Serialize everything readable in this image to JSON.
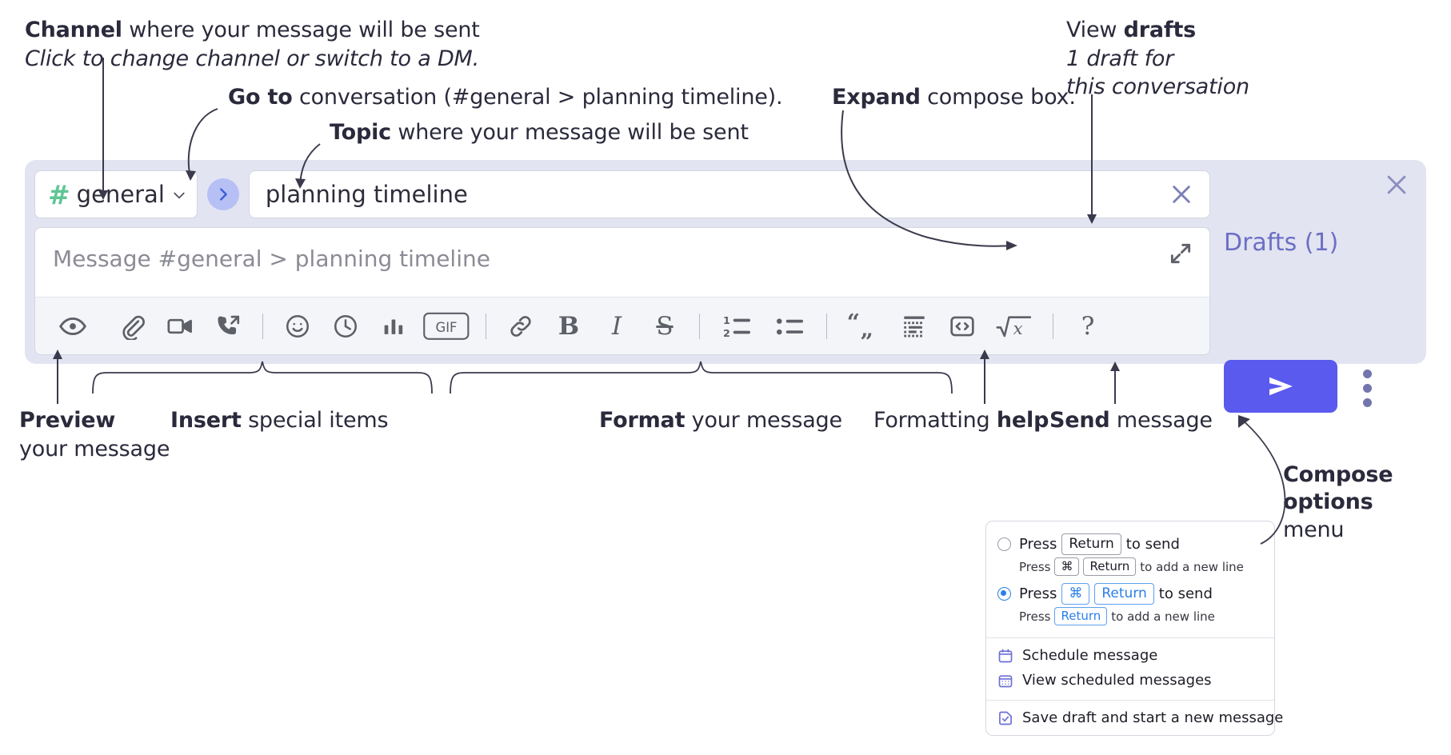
{
  "annotations": {
    "channel": {
      "bold": "Channel",
      "rest": " where your message will be sent",
      "italic": "Click to change channel or switch to a DM."
    },
    "goto": {
      "bold": "Go to",
      "rest": " conversation (#general > planning timeline)."
    },
    "topic": {
      "bold": "Topic",
      "rest": " where your message will be sent"
    },
    "expand": {
      "bold": "Expand",
      "rest": " compose box."
    },
    "drafts": {
      "pre": "View ",
      "bold": "drafts",
      "italic1": "1 draft for",
      "italic2": "this conversation"
    },
    "preview": {
      "bold": "Preview",
      "line2": "your message"
    },
    "insert": {
      "bold": "Insert",
      "rest": " special items"
    },
    "format": {
      "bold": "Format",
      "rest": " your message"
    },
    "help": {
      "pre": "Formatting ",
      "bold": "help"
    },
    "send": {
      "bold": "Send",
      "rest": " message"
    },
    "compose_options": {
      "bold1": "Compose",
      "bold2": "options",
      "rest": "menu"
    }
  },
  "compose": {
    "channel": {
      "hash": "#",
      "name": "general",
      "chevron_icon": "chevron-down-icon"
    },
    "goto_icon": "chevron-right-icon",
    "topic": {
      "value": "planning timeline",
      "clear_icon": "close-icon"
    },
    "message": {
      "placeholder": "Message #general > planning timeline",
      "expand_icon": "expand-icon"
    },
    "panel_close_icon": "close-icon",
    "drafts_label": "Drafts (1)",
    "send_icon": "send-icon",
    "kebab_icon": "more-options-icon",
    "toolbar": [
      {
        "name": "preview-icon",
        "glyph": "eye"
      },
      {
        "name": "attachment-icon",
        "glyph": "paperclip"
      },
      {
        "name": "video-icon",
        "glyph": "video"
      },
      {
        "name": "huddle-icon",
        "glyph": "phone"
      },
      {
        "name": "separator",
        "glyph": "sep"
      },
      {
        "name": "emoji-icon",
        "glyph": "smiley"
      },
      {
        "name": "reminder-icon",
        "glyph": "clock"
      },
      {
        "name": "poll-icon",
        "glyph": "bars"
      },
      {
        "name": "gif-icon",
        "glyph": "gif",
        "label": "GIF"
      },
      {
        "name": "separator",
        "glyph": "sep"
      },
      {
        "name": "link-icon",
        "glyph": "link"
      },
      {
        "name": "bold-icon",
        "glyph": "text",
        "label": "B"
      },
      {
        "name": "italic-icon",
        "glyph": "text-italic",
        "label": "I"
      },
      {
        "name": "strikethrough-icon",
        "glyph": "strike",
        "label": "S"
      },
      {
        "name": "separator",
        "glyph": "sep"
      },
      {
        "name": "ordered-list-icon",
        "glyph": "olist"
      },
      {
        "name": "bulleted-list-icon",
        "glyph": "ulist"
      },
      {
        "name": "separator",
        "glyph": "sep"
      },
      {
        "name": "blockquote-icon",
        "glyph": "quote"
      },
      {
        "name": "code-block-icon",
        "glyph": "codeblock"
      },
      {
        "name": "code-icon",
        "glyph": "code"
      },
      {
        "name": "latex-icon",
        "glyph": "sqrtx"
      },
      {
        "name": "separator",
        "glyph": "sep"
      },
      {
        "name": "formatting-help-icon",
        "glyph": "question",
        "label": "?"
      }
    ]
  },
  "menu": {
    "options": [
      {
        "selected": false,
        "press": "Press",
        "keys": [
          "Return"
        ],
        "action": "to send",
        "sub_press": "Press",
        "sub_keys": [
          "⌘",
          "Return"
        ],
        "sub_action": "to add a new line"
      },
      {
        "selected": true,
        "press": "Press",
        "keys": [
          "⌘",
          "Return"
        ],
        "action": "to send",
        "sub_press": "Press",
        "sub_keys": [
          "Return"
        ],
        "sub_action": "to add a new line"
      }
    ],
    "items": [
      {
        "icon": "calendar-icon",
        "label": "Schedule message"
      },
      {
        "icon": "calendar-grid-icon",
        "label": "View scheduled messages"
      },
      {
        "icon": "save-draft-icon",
        "label": "Save draft and start a new message",
        "divider_above": true
      }
    ]
  },
  "colors": {
    "panel_bg": "#e2e4f1",
    "accent_send": "#5a5aee",
    "hash_green": "#5ec695",
    "drafts_purple": "#6c6fc4",
    "goto_blue": "#b6c0f5",
    "radio_blue": "#2a7fe8"
  }
}
